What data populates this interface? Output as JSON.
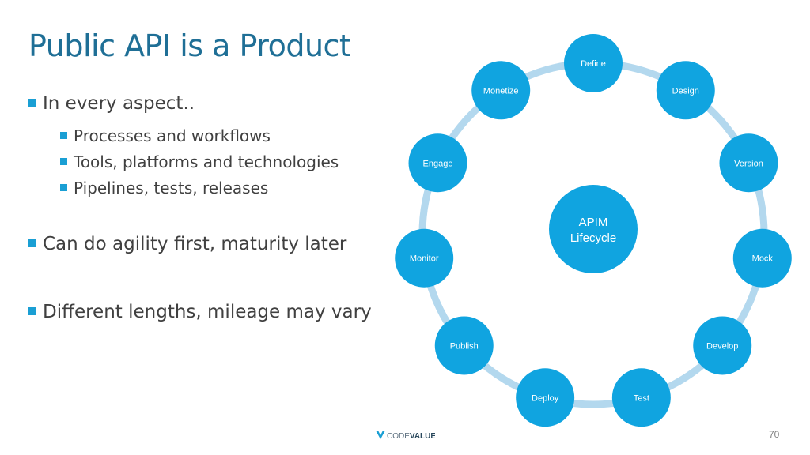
{
  "slide": {
    "title": "Public API is a Product",
    "bullets": [
      {
        "text": "In every aspect..",
        "level": 1
      },
      {
        "text": "Processes and workflows",
        "level": 2
      },
      {
        "text": "Tools, platforms and technologies",
        "level": 2
      },
      {
        "text": "Pipelines, tests, releases",
        "level": 2
      },
      {
        "text": "Can do agility first, maturity later",
        "level": 1
      },
      {
        "text": "Different lengths, mileage may vary",
        "level": 1
      }
    ],
    "page_number": "70",
    "logo": {
      "part1": "CODE",
      "part2": "VALUE"
    }
  },
  "diagram": {
    "center": {
      "line1": "APIM",
      "line2": "Lifecycle"
    },
    "stages": [
      "Define",
      "Design",
      "Version",
      "Mock",
      "Develop",
      "Test",
      "Deploy",
      "Publish",
      "Monitor",
      "Engage",
      "Monetize"
    ],
    "colors": {
      "node": "#10a4e0",
      "ring": "#b3d8ee",
      "text": "#ffffff"
    }
  }
}
